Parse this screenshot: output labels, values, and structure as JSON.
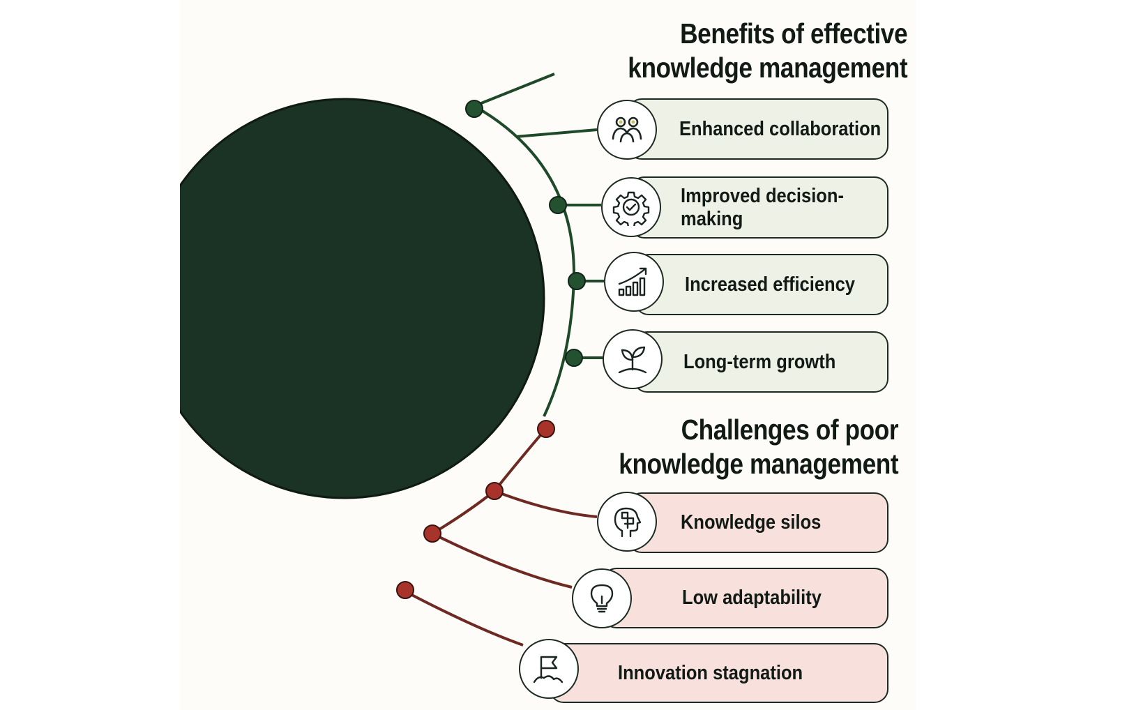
{
  "benefits": {
    "heading_lines": [
      "Benefits of effective",
      "knowledge management"
    ],
    "items": [
      {
        "label_lines": [
          "Enhanced collaboration"
        ],
        "icon": "people-icon"
      },
      {
        "label_lines": [
          "Improved decision-",
          "making"
        ],
        "icon": "gear-check-icon"
      },
      {
        "label_lines": [
          "Increased efficiency"
        ],
        "icon": "growth-chart-icon"
      },
      {
        "label_lines": [
          "Long-term growth"
        ],
        "icon": "sprout-icon"
      }
    ]
  },
  "challenges": {
    "heading_lines": [
      "Challenges of poor",
      "knowledge management"
    ],
    "items": [
      {
        "label_lines": [
          "Knowledge silos"
        ],
        "icon": "head-puzzle-icon"
      },
      {
        "label_lines": [
          "Low adaptability"
        ],
        "icon": "lightbulb-icon"
      },
      {
        "label_lines": [
          "Innovation stagnation"
        ],
        "icon": "flag-icon"
      }
    ]
  },
  "colors": {
    "circle": "#1b3324",
    "benefit_line": "#1e4a2a",
    "challenge_line": "#6e2a22",
    "benefit_dot": "#24512f",
    "challenge_dot": "#a8332b",
    "benefit_fill": "#eef1e6",
    "challenge_fill": "#f8e1dc"
  }
}
